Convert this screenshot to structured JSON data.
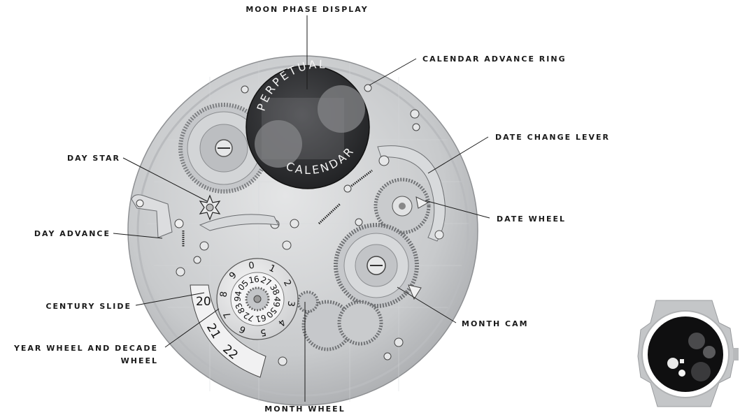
{
  "labels": {
    "moon_phase_display": "MOON PHASE DISPLAY",
    "calendar_advance_ring": "CALENDAR ADVANCE RING",
    "date_change_lever": "DATE CHANGE LEVER",
    "day_star": "DAY STAR",
    "date_wheel": "DATE WHEEL",
    "day_advance": "DAY ADVANCE",
    "century_slide": "CENTURY SLIDE",
    "month_cam": "MONTH CAM",
    "year_wheel_line1": "YEAR WHEEL AND DECADE",
    "year_wheel_line2": "WHEEL",
    "month_wheel": "MONTH WHEEL"
  },
  "moon_dial": {
    "top_text": "PERPETUAL",
    "bottom_text": "CALENDAR"
  },
  "century_slide_numbers": [
    "20",
    "21",
    "22"
  ],
  "year_wheel_digits": [
    "0",
    "1",
    "2",
    "3",
    "4",
    "5",
    "6",
    "7",
    "8",
    "9"
  ],
  "decade_wheel_digits": [
    "16",
    "27",
    "38",
    "49",
    "50",
    "61",
    "72",
    "83",
    "94",
    "05"
  ],
  "colors": {
    "plate": "#c9cbcd",
    "plate_dark": "#a7a9ac",
    "moon_dial": "#2b2c2e",
    "line": "#1a1a1a",
    "watch_case": "#c4c6c8"
  }
}
